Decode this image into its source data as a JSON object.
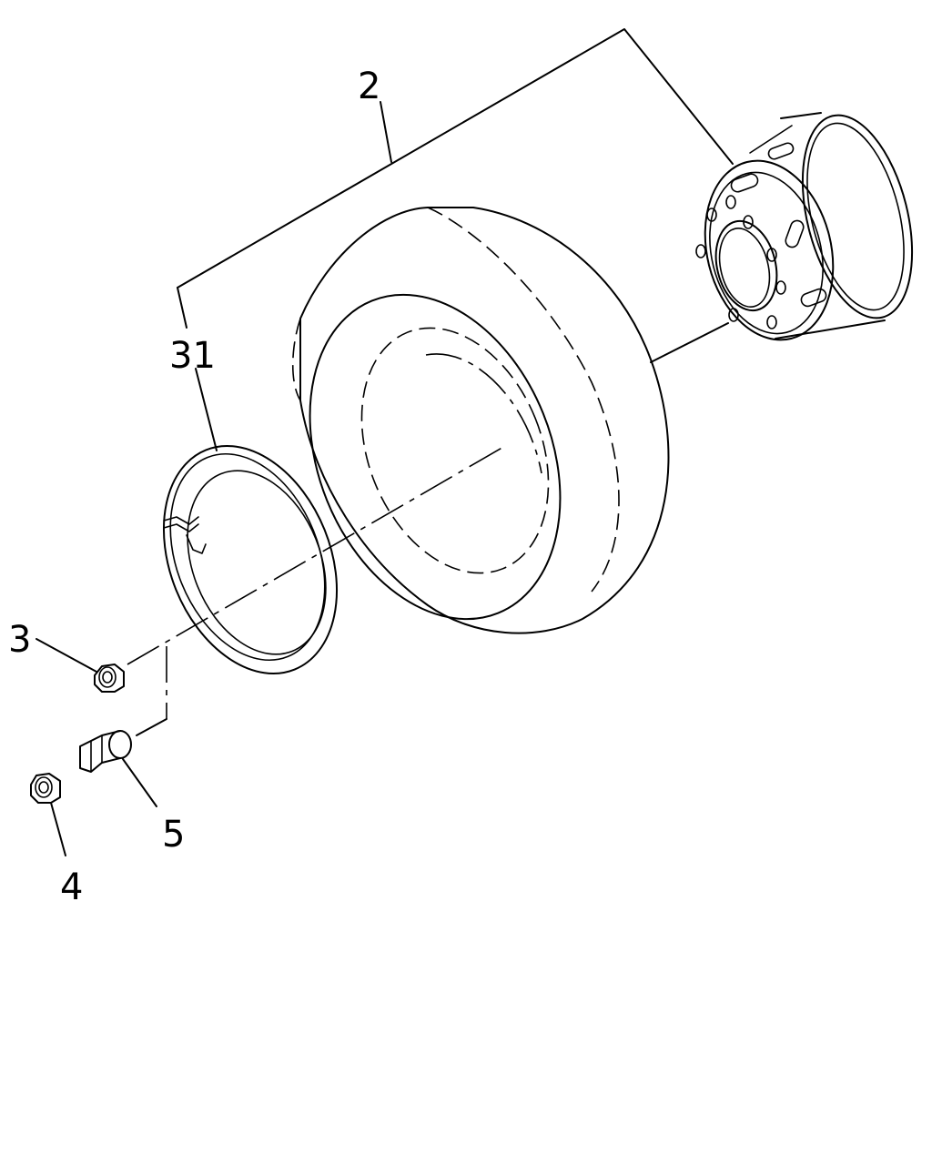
{
  "diagram": {
    "type": "exploded parts diagram",
    "callouts": [
      {
        "id": "2",
        "label": "2",
        "part": "wheel-and-tire-assembly"
      },
      {
        "id": "31",
        "label": "31",
        "part": "lock-ring"
      },
      {
        "id": "3",
        "label": "3",
        "part": "nut"
      },
      {
        "id": "5",
        "label": "5",
        "part": "stud-bolt"
      },
      {
        "id": "4",
        "label": "4",
        "part": "nut"
      }
    ],
    "colors": {
      "stroke": "#000000",
      "background": "#ffffff"
    }
  }
}
